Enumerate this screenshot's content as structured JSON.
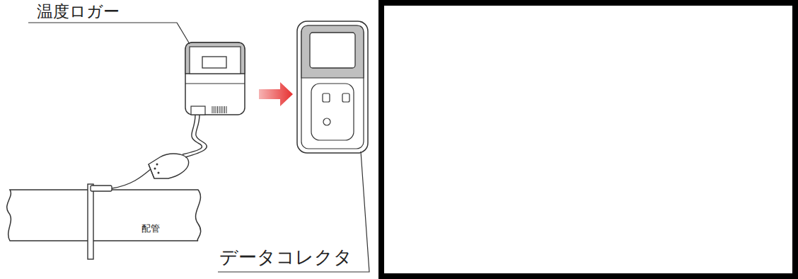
{
  "diagram": {
    "labels": [
      "温度ロガー",
      "配管",
      "データコレクタ"
    ]
  }
}
